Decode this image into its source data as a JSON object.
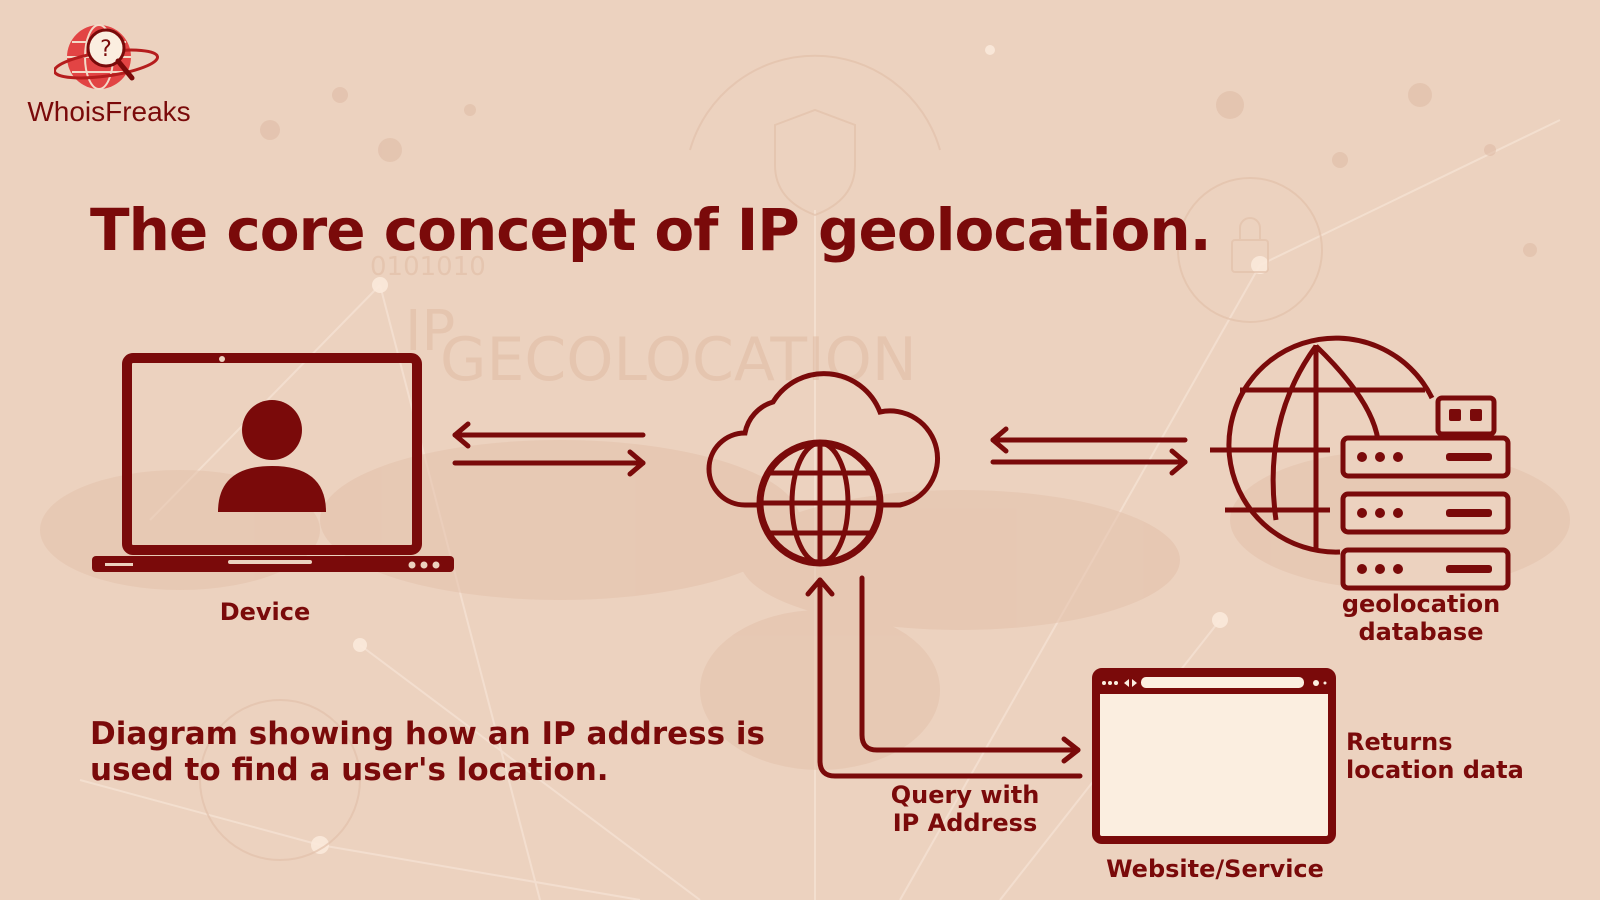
{
  "brand": {
    "name": "WhoisFreaks"
  },
  "title": "The core concept of IP geolocation.",
  "caption": "Diagram showing how an IP address is used to find a user's location.",
  "background_watermark": {
    "text_ip": "IP",
    "text_geolocation": "GECOLOCATION",
    "text_binary": "0101010"
  },
  "nodes": {
    "device": {
      "label": "Device",
      "icon": "laptop-user-icon"
    },
    "cloud": {
      "icon": "cloud-globe-icon"
    },
    "database": {
      "label_line1": "geolocation",
      "label_line2": "database",
      "icon": "globe-server-icon"
    },
    "website": {
      "label": "Website/Service",
      "icon": "browser-window-icon"
    }
  },
  "edges": {
    "query": {
      "label_line1": "Query with",
      "label_line2": "IP Address"
    },
    "returns": {
      "label_line1": "Returns",
      "label_line2": "location data"
    }
  },
  "colors": {
    "primary": "#7a0a0a",
    "background": "#ecd2bf",
    "panel": "#fbeee0"
  }
}
